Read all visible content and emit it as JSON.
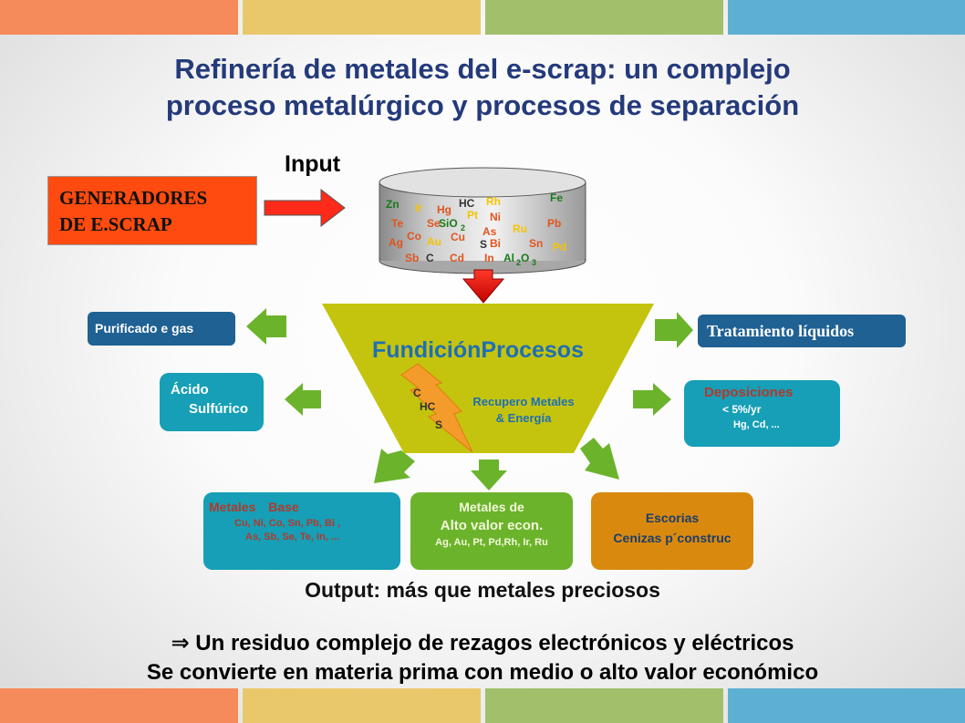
{
  "bands": [
    "#f58a5a",
    "#e9c86c",
    "#a2bf6b",
    "#5eb0d2"
  ],
  "title": {
    "line1": "Refinería de metales del e-scrap: un complejo",
    "line2": "proceso metalúrgico  y procesos de separación"
  },
  "input_label": "Input",
  "generators": {
    "line1": "GENERADORES",
    "line2": "DE E.SCRAP"
  },
  "drum_elements": [
    {
      "t": "Zn",
      "c": "#1a7a1a"
    },
    {
      "t": "Ir",
      "c": "#f5c400"
    },
    {
      "t": "Hg",
      "c": "#e0551f"
    },
    {
      "t": "HC",
      "c": "#333333"
    },
    {
      "t": "Rh",
      "c": "#f5c400"
    },
    {
      "t": "Fe",
      "c": "#1a7a1a"
    },
    {
      "t": "Pt",
      "c": "#f5c400"
    },
    {
      "t": "Te",
      "c": "#e0551f"
    },
    {
      "t": "Se",
      "c": "#e0551f"
    },
    {
      "t": "SiO",
      "c": "#1a7a1a"
    },
    {
      "t": "2",
      "c": "#1a7a1a"
    },
    {
      "t": "Ni",
      "c": "#e0551f"
    },
    {
      "t": "Pb",
      "c": "#e0551f"
    },
    {
      "t": "Co",
      "c": "#e0551f"
    },
    {
      "t": "Ru",
      "c": "#f5c400"
    },
    {
      "t": "Cu",
      "c": "#e0551f"
    },
    {
      "t": "As",
      "c": "#e0551f"
    },
    {
      "t": "Ag",
      "c": "#e0551f"
    },
    {
      "t": "Au",
      "c": "#f5c400"
    },
    {
      "t": "S",
      "c": "#333333"
    },
    {
      "t": "Bi",
      "c": "#e0551f"
    },
    {
      "t": "Sn",
      "c": "#e0551f"
    },
    {
      "t": "Pd",
      "c": "#f5c400"
    },
    {
      "t": "Sb",
      "c": "#e0551f"
    },
    {
      "t": "C",
      "c": "#333333"
    },
    {
      "t": "Cd",
      "c": "#e0551f"
    },
    {
      "t": "In",
      "c": "#e0551f"
    },
    {
      "t": "Al",
      "c": "#1a7a1a"
    },
    {
      "t": "2",
      "c": "#1a7a1a"
    },
    {
      "t": "O",
      "c": "#1a7a1a"
    },
    {
      "t": "3",
      "c": "#1a7a1a"
    }
  ],
  "funnel": {
    "title": "FundiciónProcesos",
    "lightning": [
      "C",
      "HC",
      "S"
    ],
    "recupero": {
      "line1": "Recupero  Metales",
      "line2": "& Energía"
    }
  },
  "side_boxes": {
    "purificado": "Purificado e gas",
    "tratamiento": "Tratamiento líquidos",
    "acido": {
      "line1": "Ácido",
      "line2": "Sulfúrico"
    },
    "deposiciones": {
      "title": "Deposiciones",
      "line1": "< 5%/yr",
      "line2": "Hg, Cd, ..."
    }
  },
  "output_boxes": {
    "metales_base": {
      "title1": "Metales",
      "title2": "Base",
      "line1": "Cu, Ni, Co, Sn, Pb, Bi ,",
      "line2": "As, Sb, Se, Te, In, ..."
    },
    "metales_alto": {
      "line1": "Metales de",
      "line2": "Alto valor econ.",
      "line3": "Ag, Au, Pt, Pd,Rh, Ir, Ru"
    },
    "escorias": {
      "line1": "Escorias",
      "line2": "Cenizas p´construc"
    }
  },
  "output_label": "Output: más que metales preciosos",
  "bottom": {
    "arrow_symbol": "⇒",
    "line1": " Un residuo complejo de rezagos electrónicos y eléctricos",
    "line2": "Se convierte en materia prima con medio o alto valor económico"
  }
}
